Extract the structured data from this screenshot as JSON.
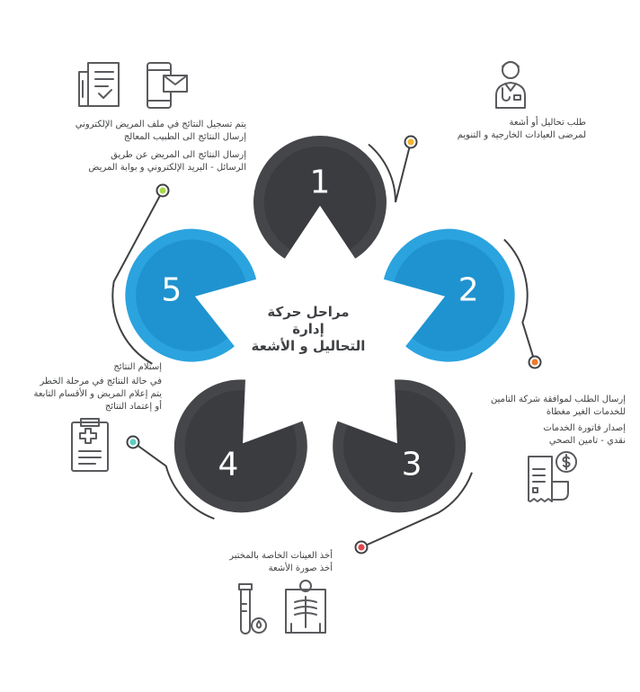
{
  "center_title": [
    "مراحل حركة",
    "إدارة",
    "التحاليل و الأشعة"
  ],
  "colors": {
    "dark": "#454649",
    "dark_inner": "#3b3c3f",
    "blue": "#2ba3de",
    "blue_inner": "#1f93cf",
    "line": "#3f4144",
    "icon": "#5a5b5e"
  },
  "steps": [
    {
      "number": "1",
      "dot_color": "#f2b632",
      "texts": [
        "طلب تحاليل أو أشعة",
        "لمرضى العيادات الخارجية و التنويم"
      ],
      "icons": [
        "doctor-icon"
      ]
    },
    {
      "number": "2",
      "dot_color": "#f07a2d",
      "texts": [
        "إرسال الطلب لموافقة شركة التامين",
        "للخدمات الغير مغطاة",
        "إصدار فاتورة الخدمات",
        "نقدي - تامين الصحي"
      ],
      "icons": [
        "invoice-dollar-icon"
      ]
    },
    {
      "number": "3",
      "dot_color": "#e0474c",
      "texts": [
        "أخذ العينات الخاصة بالمختبر",
        "أخذ صورة الأشعة"
      ],
      "icons": [
        "xray-icon",
        "test-tube-icon"
      ]
    },
    {
      "number": "4",
      "dot_color": "#5ecfc2",
      "texts": [
        "إستلام النتائج",
        "في حالة النتائج في مرحلة الخطر",
        "يتم إعلام المريض و الأقسام التابعة",
        "أو إعتماد النتائج"
      ],
      "icons": [
        "medical-clipboard-icon"
      ]
    },
    {
      "number": "5",
      "dot_color": "#a6d94a",
      "texts": [
        "يتم تسجيل النتائج في ملف المريض الإلكتروني",
        "إرسال النتائج الى الطبيب المعالج",
        "إرسال النتائج الى المريض عن طريق",
        "الرسائل - البريد الإلكتروني و بوابة المريض"
      ],
      "icons": [
        "medical-file-icon",
        "mobile-message-icon"
      ]
    }
  ]
}
